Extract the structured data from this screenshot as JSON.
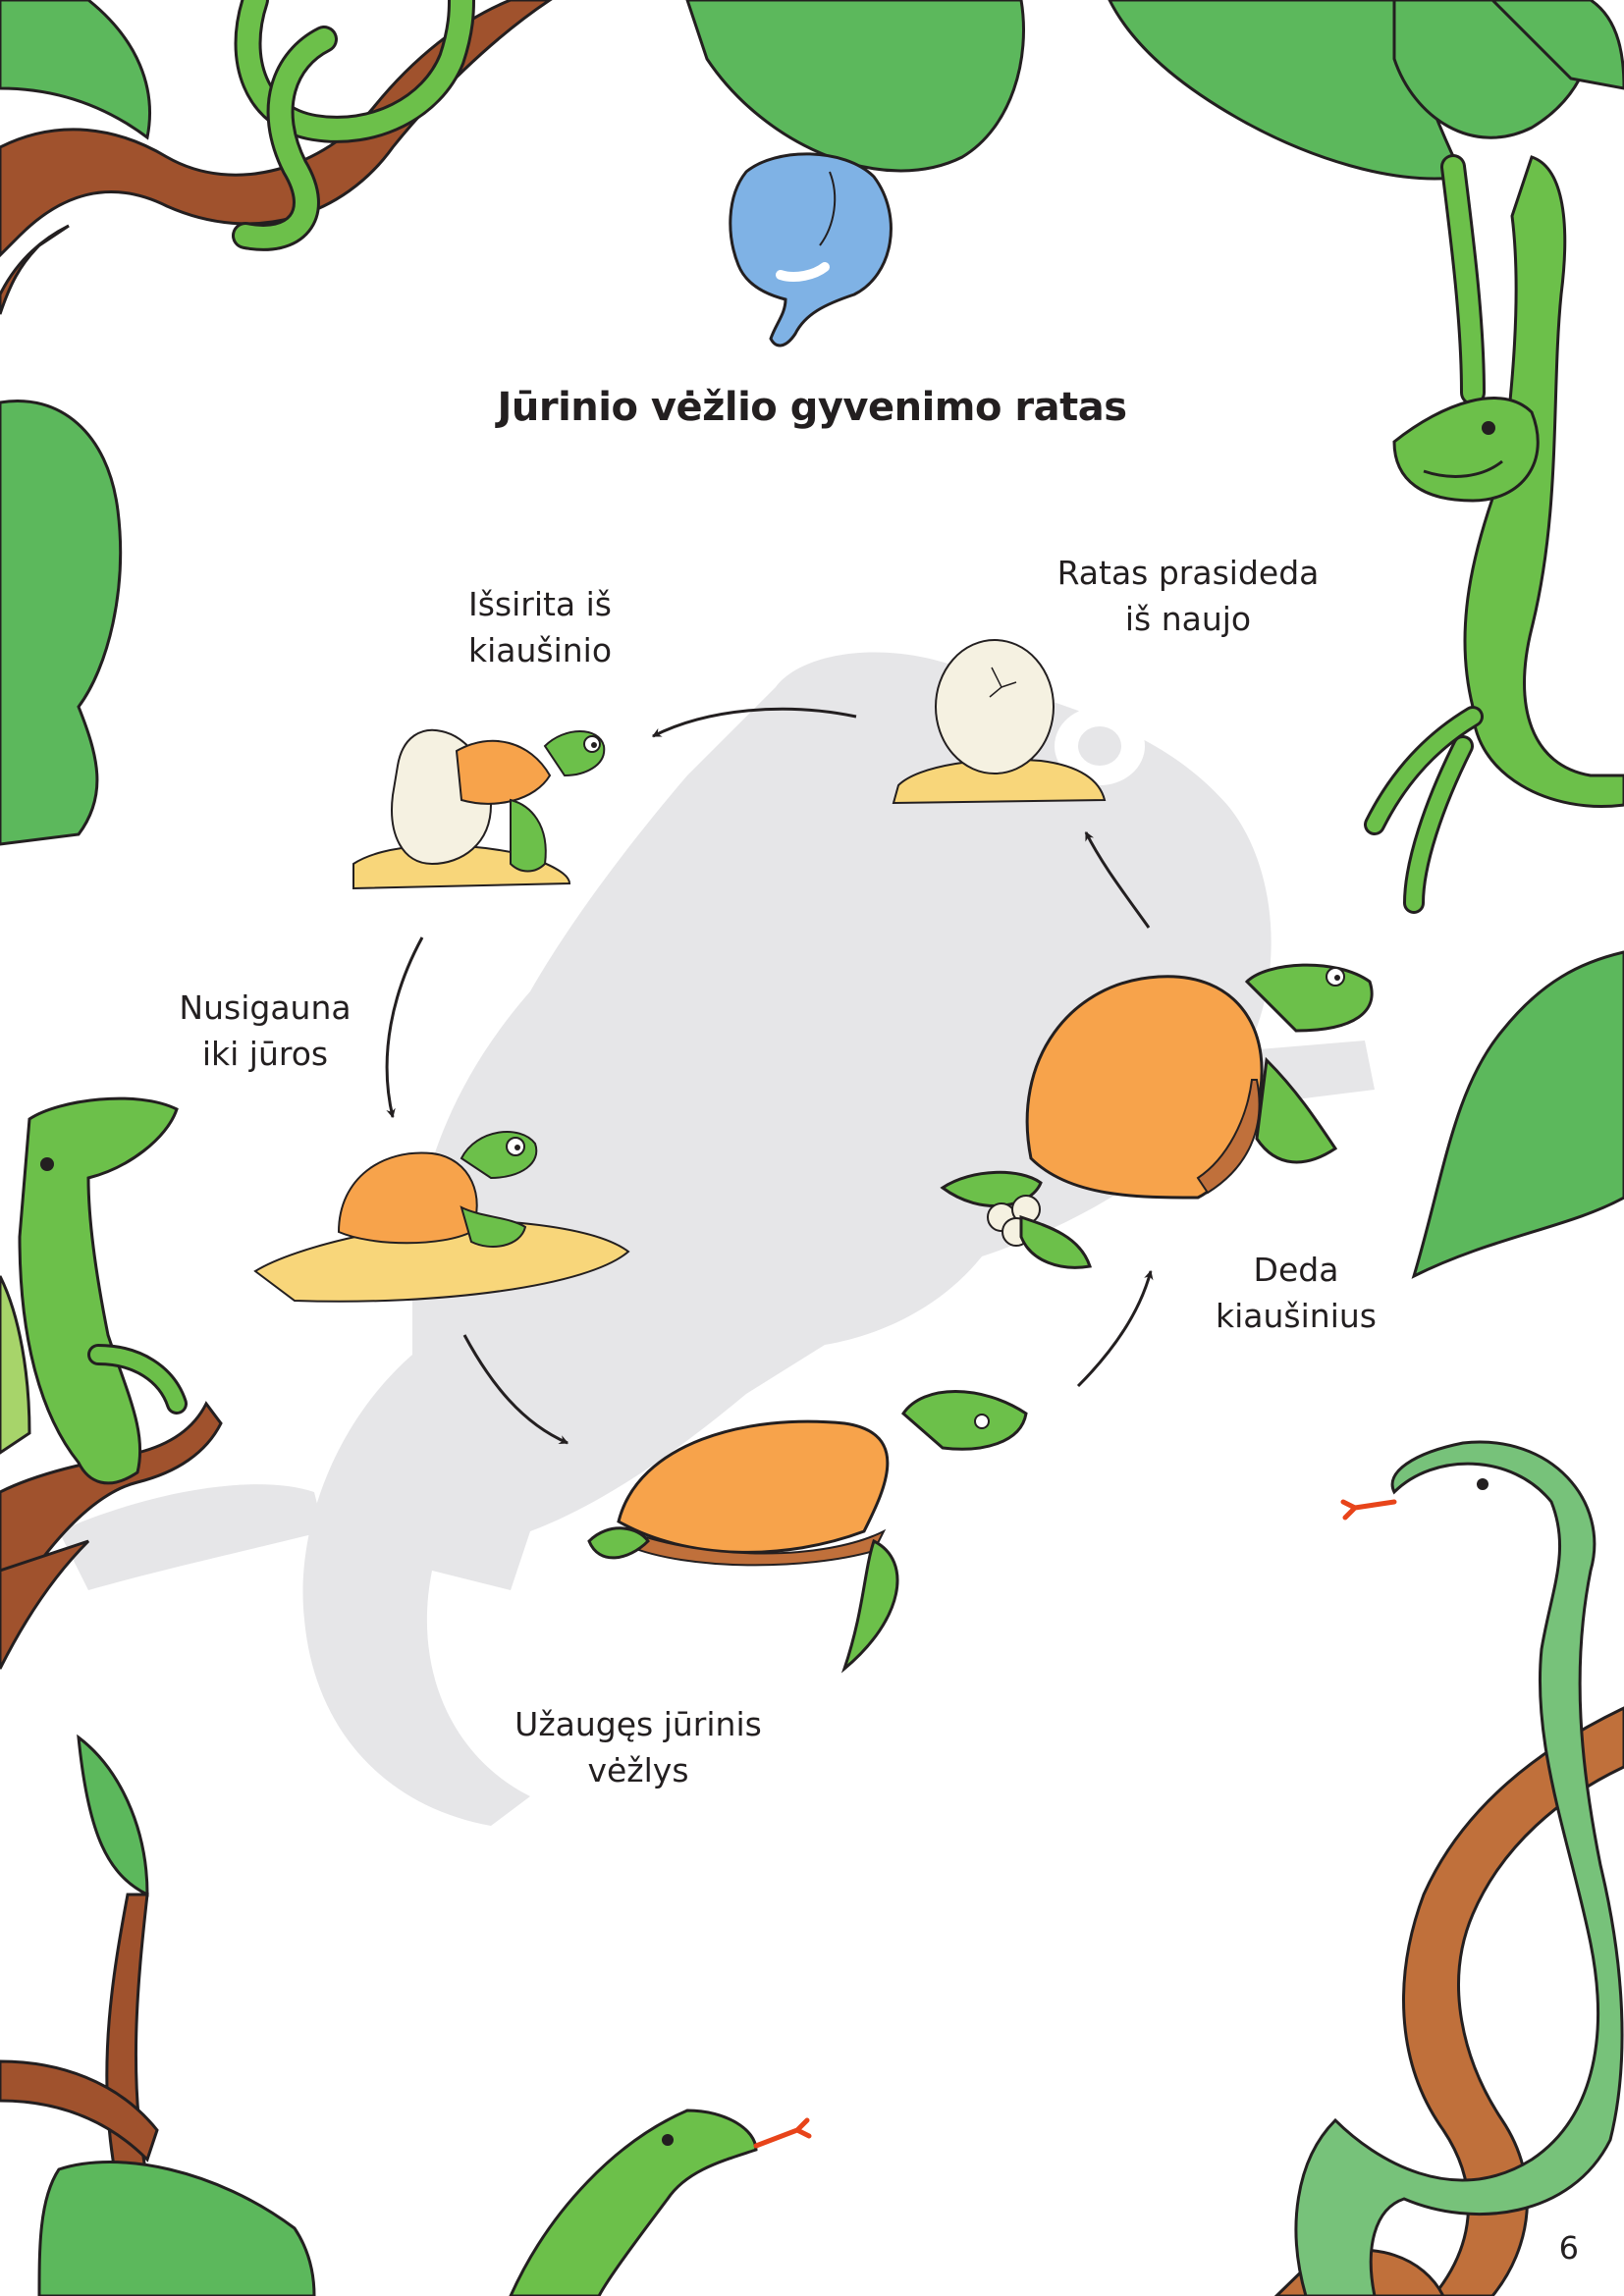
{
  "title": "Jūrinio vėžlio gyvenimo ratas",
  "page_number": "6",
  "stages": {
    "hatch": {
      "line1": "Išsirita iš",
      "line2": "kiaušinio"
    },
    "sea": {
      "line1": "Nusigauna",
      "line2": "iki jūros"
    },
    "adult": {
      "line1": "Užaugęs jūrinis",
      "line2": "vėžlys"
    },
    "lay": {
      "line1": "Deda",
      "line2": "kiaušinius"
    },
    "restart": {
      "line1": "Ratas prasideda",
      "line2": "iš naujo"
    }
  },
  "colors": {
    "leaf": "#5cb85c",
    "branch": "#a0522d",
    "shell": "#f7a34b",
    "turtle_skin": "#6cc04a",
    "sand": "#f8d67a",
    "shadow": "#e6e6e8",
    "elephant": "#7fb2e5"
  }
}
